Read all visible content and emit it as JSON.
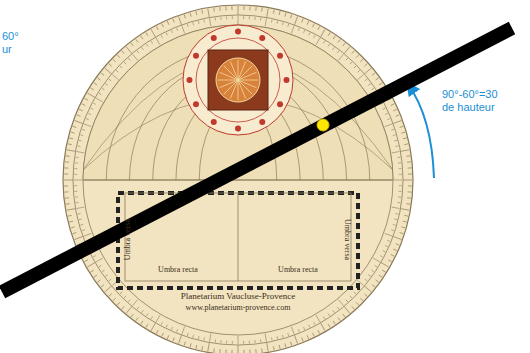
{
  "diagram": {
    "labels": [
      "60°",
      "ur",
      "90°-60°=30",
      "de hauteur",
      "Umbra versa",
      "Umbra versa",
      "Umbra recta",
      "Umbra recta",
      "Planetarium Vaucluse-Provence",
      "www.planetarium-provence.com"
    ]
  }
}
